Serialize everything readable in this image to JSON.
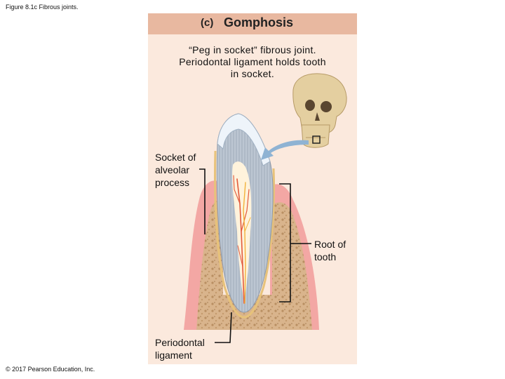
{
  "figure_caption": "Figure 8.1c Fibrous joints.",
  "copyright": "© 2017 Pearson Education, Inc.",
  "panel": {
    "letter": "(c)",
    "title": "Gomphosis",
    "description": [
      "“Peg in socket” fibrous joint.",
      "Periodontal ligament holds tooth",
      "in socket."
    ]
  },
  "labels": {
    "socket": [
      "Socket of",
      "alveolar",
      "process"
    ],
    "root": [
      "Root of",
      "tooth"
    ],
    "ligament": [
      "Periodontal",
      "ligament"
    ]
  },
  "colors": {
    "panel_bg": "#fbe9dd",
    "header_bg": "#e8b8a0",
    "gum": "#f3a7a4",
    "bone": "#d9b48c",
    "enamel": "#eaf1f8",
    "dentin": "#b9c3cf",
    "pulp": "#fff3dc",
    "vessel": "#e25a3c",
    "nerve": "#f2b23a",
    "arrow": "#8fb3d3",
    "skull": "#e4cfa0"
  }
}
